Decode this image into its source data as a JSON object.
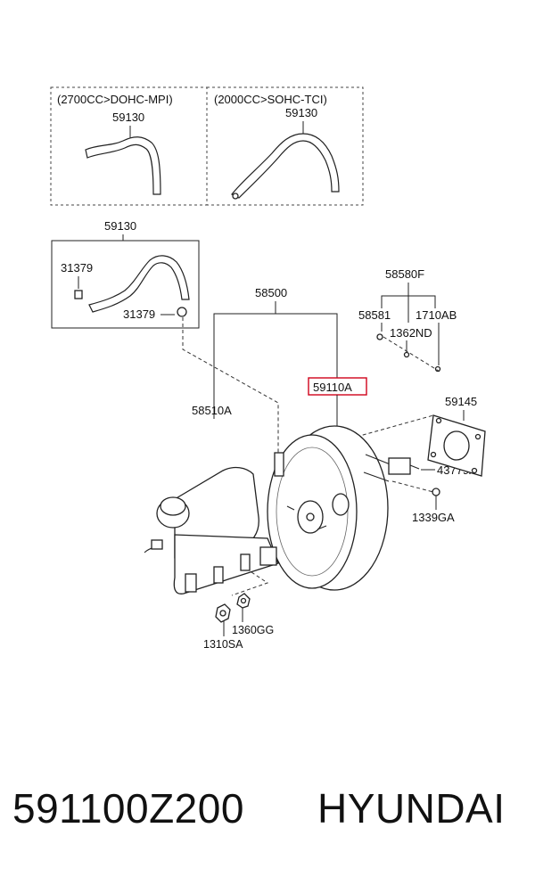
{
  "variants": [
    {
      "label": "(2700CC>DOHC-MPI)",
      "part": "59130"
    },
    {
      "label": "(2000CC>SOHC-TCI)",
      "part": "59130"
    }
  ],
  "hose_box": {
    "part": "59130",
    "clip_top": "31379",
    "clip_bottom": "31379"
  },
  "labels": {
    "booster_assy": "58500",
    "booster": "59110A",
    "reservoir": "58510A",
    "gasket": "59145",
    "clevis": "43779A",
    "nut_1339": "1339GA",
    "kit": "58580F",
    "pin": "58581",
    "clip_1710": "1710AB",
    "clip_1362": "1362ND",
    "nut_1360": "1360GG",
    "nut_1310": "1310SA"
  },
  "footer": {
    "part_number": "591100Z200",
    "brand": "HYUNDAI"
  },
  "colors": {
    "highlight": "#d0021b",
    "ink": "#222222"
  }
}
